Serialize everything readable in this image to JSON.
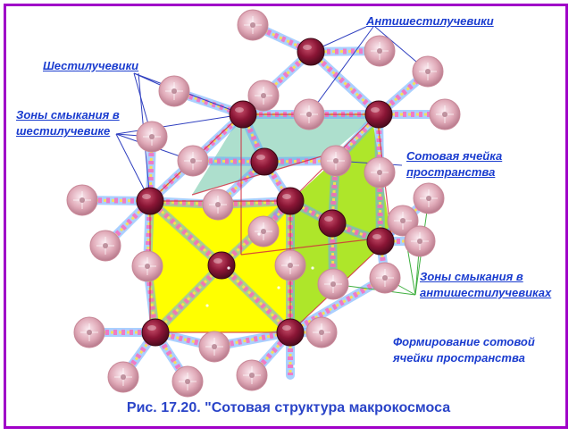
{
  "labels": {
    "anti_hex": "Антишестилучевики",
    "hex": "Шестилучевики",
    "hex_zones_1": "Зоны смыкания в",
    "hex_zones_2": "шестилучевике",
    "cell_1": "Сотовая ячейка",
    "cell_2": "пространства",
    "anti_zones_1": "Зоны смыкания в",
    "anti_zones_2": "антишестилучевиках",
    "forming_1": "Формирование сотовой",
    "forming_2": "ячейки пространства"
  },
  "caption": "Рис. 17.20. \"Сотовая структура макрокосмоса",
  "colors": {
    "frame": "#a000c8",
    "label_text": "#1a3ccf",
    "yellow_face": "#ffff00",
    "green_face": "#aee62a",
    "teal_face": "#9fd9c4",
    "hexagon_node": "#7a1030",
    "antihexagon_node": "#d89aaa",
    "callout_line_blue": "#3040c0",
    "callout_line_green": "#40b040"
  }
}
